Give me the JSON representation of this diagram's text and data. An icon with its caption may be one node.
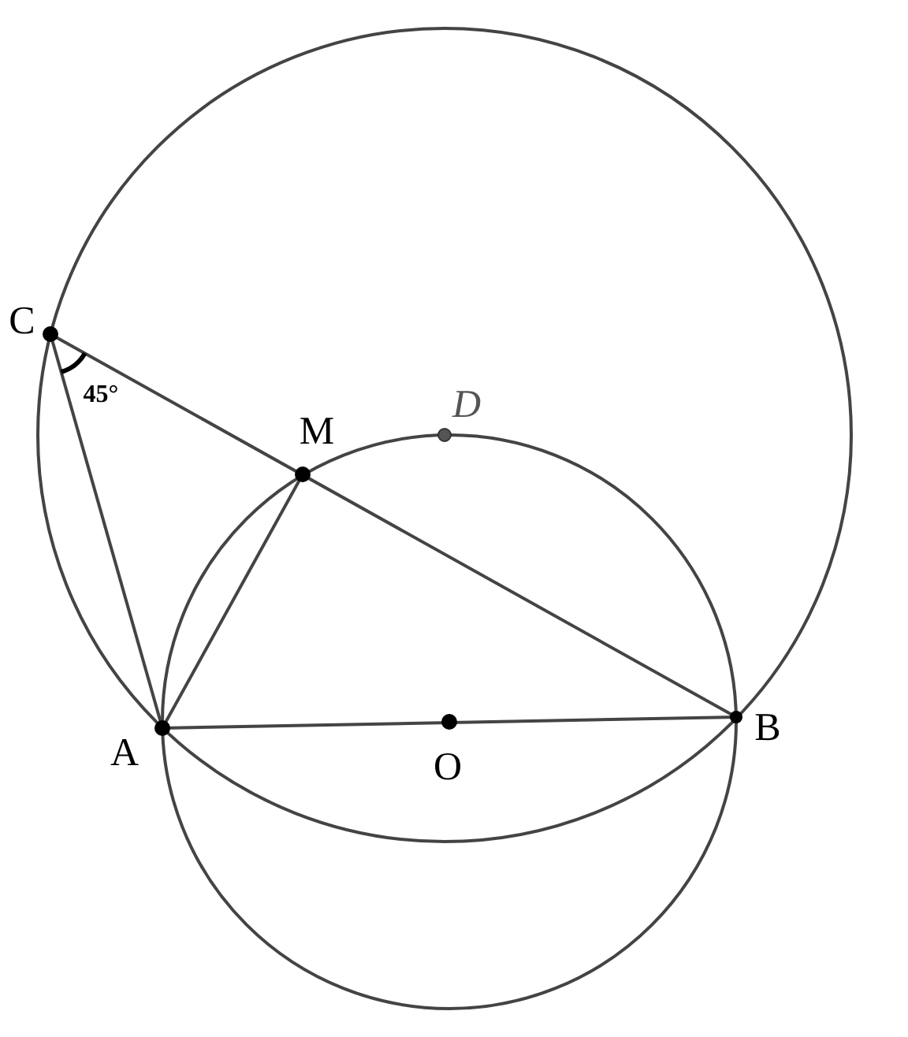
{
  "diagram": {
    "labels": [
      "C",
      "45°",
      "M",
      "D",
      "A",
      "O",
      "B"
    ]
  }
}
